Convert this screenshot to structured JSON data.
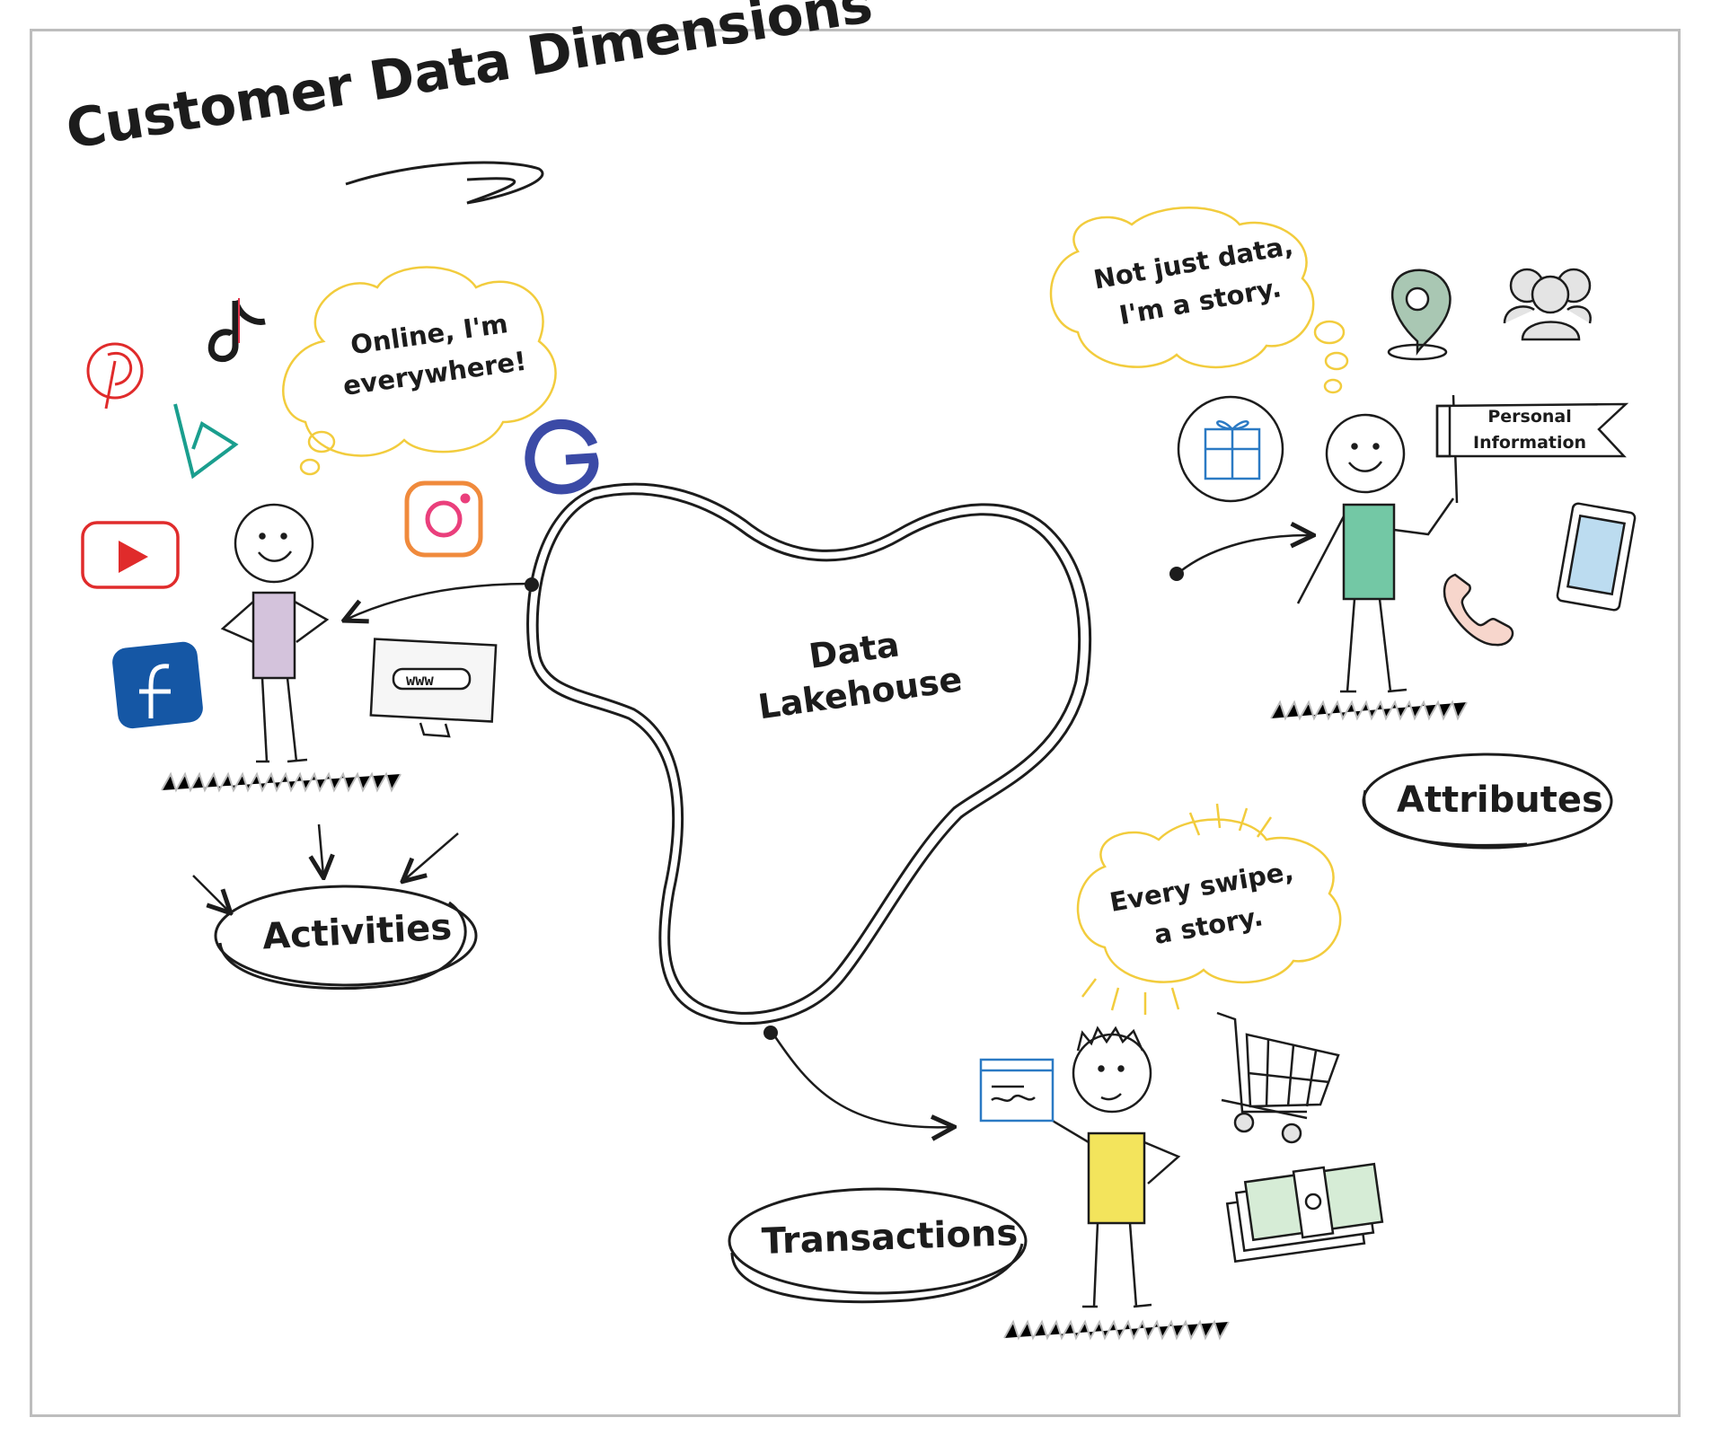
{
  "title": "Customer Data Dimensions",
  "center": {
    "line1": "Data",
    "line2": "Lakehouse"
  },
  "dimensions": {
    "activities": "Activities",
    "attributes": "Attributes",
    "transactions": "Transactions"
  },
  "bubbles": {
    "activities": {
      "line1": "Online, I'm",
      "line2": "everywhere!"
    },
    "attributes": {
      "line1": "Not just data,",
      "line2": "I'm a story."
    },
    "transactions": {
      "line1": "Every swipe,",
      "line2": "a story."
    }
  },
  "flag": {
    "line1": "Personal",
    "line2": "Information"
  },
  "icons": {
    "website": "www"
  },
  "colors": {
    "bubble_outline": "#f2cc3d",
    "activities_body": "#d4c3dc",
    "attributes_body": "#73c8a5",
    "transactions_body": "#f3e45c",
    "ink": "#1c1c1c"
  }
}
